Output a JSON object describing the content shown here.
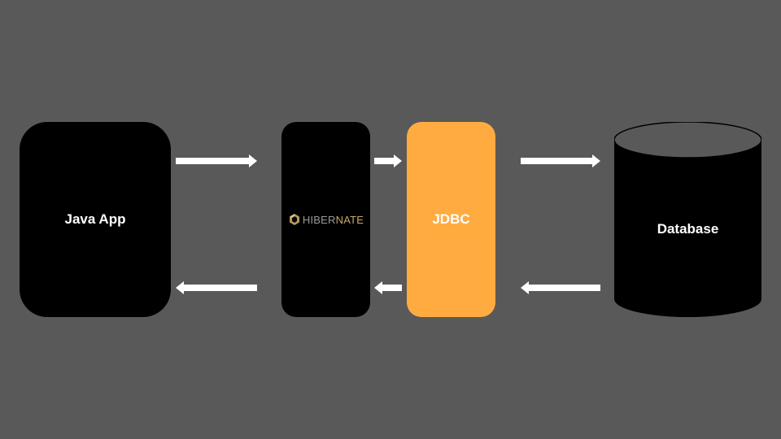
{
  "nodes": {
    "java_app": {
      "label": "Java App"
    },
    "hibernate": {
      "logo_text_a": "HIBER",
      "logo_text_b": "NATE"
    },
    "jdbc": {
      "label": "JDBC"
    },
    "database": {
      "label": "Database"
    }
  },
  "colors": {
    "background": "#595959",
    "node_fill": "#000000",
    "jdbc_fill": "#ffab40",
    "db_top": "#595959",
    "arrow": "#ffffff"
  }
}
